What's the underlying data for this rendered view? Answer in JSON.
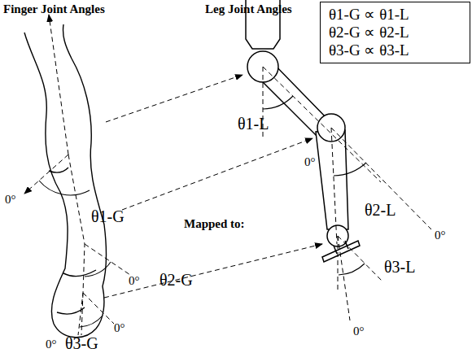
{
  "diagram": {
    "nodes": [
      {
        "text": [
          "θ1-G ∝ θ1-L",
          "θ2-G ∝ θ2-L",
          "θ3-G ∝ θ3-L"
        ]
      }
    ],
    "labels": [
      "Finger Joint Angles",
      "Leg Joint Angles",
      "Mapped to:",
      "θ1-G",
      "θ2-G",
      "θ3-G",
      "θ1-L",
      "θ2-L",
      "θ3-L",
      "0°",
      "0°",
      "0°",
      "0°",
      "0°",
      "0°",
      "0°"
    ]
  }
}
